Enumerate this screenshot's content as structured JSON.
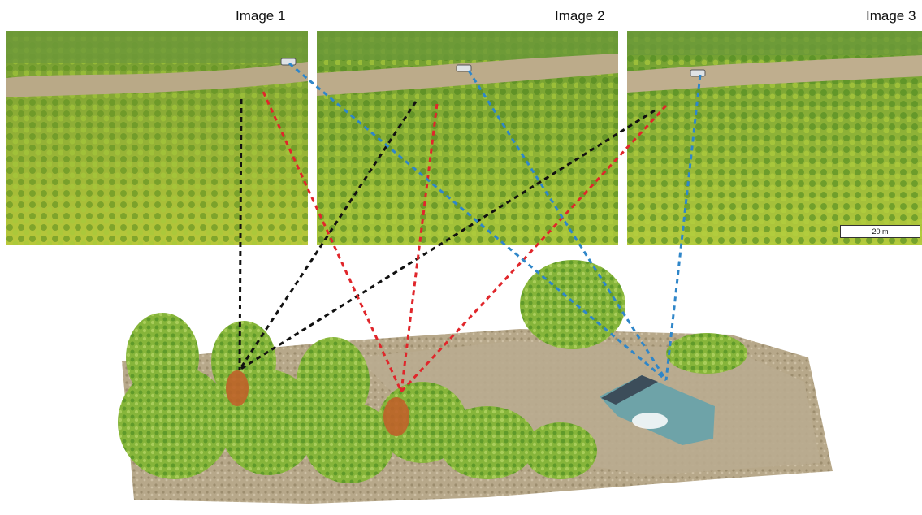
{
  "images": [
    {
      "title": "Image 1"
    },
    {
      "title": "Image 2"
    },
    {
      "title": "Image 3"
    }
  ],
  "scale_bar": {
    "label": "20 m"
  },
  "colors": {
    "link_black": "#111111",
    "link_red": "#e0262b",
    "link_blue": "#2f86c9",
    "foliage": "#8fbf2c",
    "dirt_road": "#b8a688",
    "dead_tree": "#c0622a"
  }
}
